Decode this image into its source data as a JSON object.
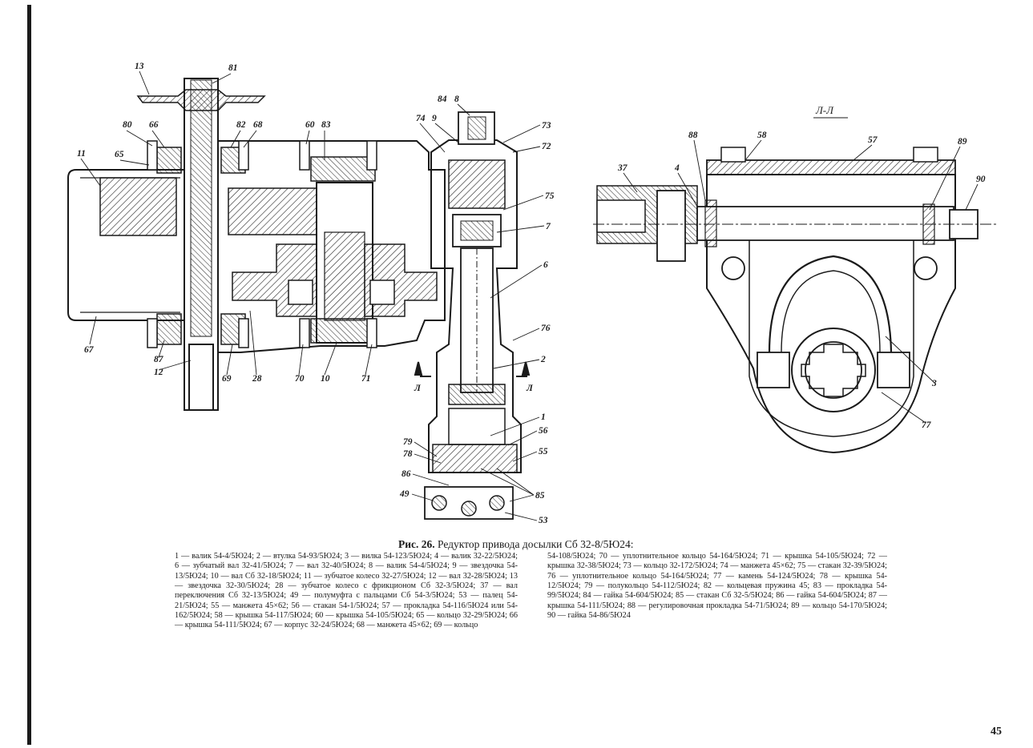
{
  "figure": {
    "section_mark": "Л-Л",
    "cut_letter_left": "Л",
    "cut_letter_right": "Л",
    "callouts": [
      "13",
      "81",
      "80",
      "66",
      "82",
      "68",
      "60",
      "83",
      "65",
      "11",
      "84",
      "8",
      "74",
      "9",
      "73",
      "72",
      "75",
      "7",
      "6",
      "76",
      "2",
      "1",
      "56",
      "55",
      "79",
      "78",
      "86",
      "49",
      "85",
      "53",
      "67",
      "87",
      "12",
      "69",
      "28",
      "70",
      "10",
      "71",
      "37",
      "4",
      "88",
      "58",
      "57",
      "89",
      "90",
      "3",
      "77"
    ]
  },
  "caption": {
    "label": "Рис. 26.",
    "title": "Редуктор привода досылки Сб 32-8/5Ю24:"
  },
  "legend": {
    "left": "1 — валик 54-4/5Ю24; 2 — втулка 54-93/5Ю24; 3 — вилка 54-123/5Ю24; 4 — валик 32-22/5Ю24; 6 — зубчатый вал 32-41/5Ю24; 7 — вал 32-40/5Ю24; 8 — валик 54-4/5Ю24; 9 — звездочка 54-13/5Ю24; 10 — вал Сб 32-18/5Ю24; 11 — зубчатое колесо 32-27/5Ю24; 12 — вал 32-28/5Ю24; 13 — звездочка 32-30/5Ю24; 28 — зубчатое колесо с фрикционом Сб 32-3/5Ю24; 37 — вал переключения Сб 32-13/5Ю24; 49 — полумуфта с пальцами Сб 54-3/5Ю24; 53 — палец 54-21/5Ю24; 55 — манжета 45×62; 56 — стакан 54-1/5Ю24; 57 — прокладка 54-116/5Ю24 или 54-162/5Ю24; 58 — крышка 54-117/5Ю24; 60 — крышка 54-105/5Ю24; 65 — кольцо 32-29/5Ю24; 66 — крышка 54-111/5Ю24; 67 — корпус 32-24/5Ю24; 68 — манжета 45×62; 69 — кольцо",
    "right": "54-108/5Ю24; 70 — уплотнительное кольцо 54-164/5Ю24; 71 — крышка 54-105/5Ю24; 72 — крышка 32-38/5Ю24; 73 — кольцо 32-172/5Ю24; 74 — манжета 45×62; 75 — стакан 32-39/5Ю24; 76 — уплотнительное кольцо 54-164/5Ю24; 77 — камень 54-124/5Ю24; 78 — крышка 54-12/5Ю24; 79 — полукольцо 54-112/5Ю24; 82 — кольцевая пружина 45; 83 — прокладка 54-99/5Ю24; 84 — гайка 54-604/5Ю24; 85 — стакан Сб 32-5/5Ю24; 86 — гайка 54-604/5Ю24; 87 — крышка 54-111/5Ю24; 88 — регулировочная прокладка 54-71/5Ю24; 89 — кольцо 54-170/5Ю24; 90 — гайка 54-86/5Ю24"
  },
  "page_number": "45"
}
